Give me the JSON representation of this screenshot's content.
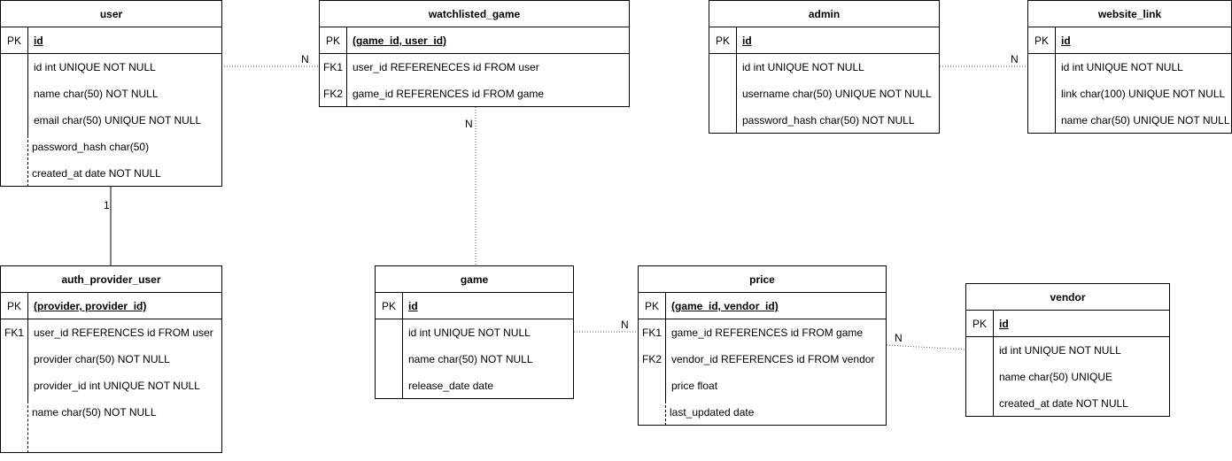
{
  "entities": {
    "user": {
      "name": "user",
      "pk_label": "PK",
      "pk_field": "id",
      "rows": [
        "id int UNIQUE NOT NULL",
        "name char(50) NOT NULL",
        "email char(50) UNIQUE NOT NULL",
        "password_hash char(50)",
        "created_at date NOT NULL"
      ]
    },
    "watchlisted_game": {
      "name": "watchlisted_game",
      "pk_label": "PK",
      "pk_field": "(game_id, user_id)",
      "row_keys": [
        "FK1",
        "FK2"
      ],
      "rows": [
        "user_id REFERENECES id FROM user",
        "game_id REFERENCES id FROM game"
      ]
    },
    "admin": {
      "name": "admin",
      "pk_label": "PK",
      "pk_field": "id",
      "rows": [
        "id int UNIQUE NOT NULL",
        "username char(50) UNIQUE NOT NULL",
        "password_hash char(50) NOT NULL"
      ]
    },
    "website_link": {
      "name": "website_link",
      "pk_label": "PK",
      "pk_field": "id",
      "rows": [
        "id int UNIQUE NOT NULL",
        "link char(100) UNIQUE NOT NULL",
        "name char(50) UNIQUE NOT NULL"
      ]
    },
    "auth_provider_user": {
      "name": "auth_provider_user",
      "pk_label": "PK",
      "pk_field": "(provider, provider_id)",
      "row_keys": [
        "FK1"
      ],
      "rows": [
        "user_id REFERENCES id FROM user",
        "provider char(50) NOT NULL",
        "provider_id int UNIQUE NOT NULL",
        "name char(50) NOT NULL"
      ]
    },
    "game": {
      "name": "game",
      "pk_label": "PK",
      "pk_field": "id",
      "rows": [
        "id int UNIQUE NOT NULL",
        "name char(50) NOT NULL",
        "release_date date"
      ]
    },
    "price": {
      "name": "price",
      "pk_label": "PK",
      "pk_field": "(game_id, vendor_id)",
      "row_keys": [
        "FK1",
        "FK2"
      ],
      "rows": [
        "game_id REFERENCES id FROM game",
        "vendor_id REFERENCES id FROM vendor",
        "price float",
        "last_updated date"
      ]
    },
    "vendor": {
      "name": "vendor",
      "pk_label": "PK",
      "pk_field": "id",
      "rows": [
        "id int UNIQUE NOT NULL",
        "name char(50) UNIQUE",
        "created_at date NOT NULL"
      ]
    }
  },
  "relations": {
    "user_watchlist_n": "N",
    "watchlist_game_n": "N",
    "admin_website_n": "N",
    "user_auth_1": "1",
    "game_price_n": "N",
    "price_vendor_n": "N"
  }
}
